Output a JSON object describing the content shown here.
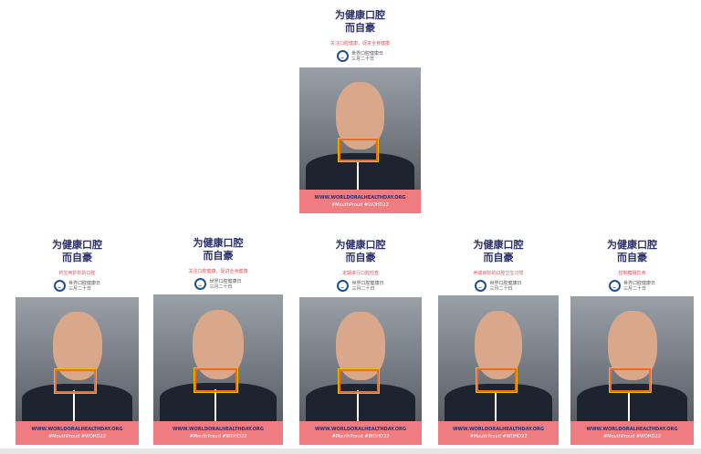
{
  "common": {
    "title1": "为健康口腔",
    "title2": "而自豪",
    "logo_name": "世界口腔健康日",
    "logo_date": "三月二十日",
    "url": "WWW.WORLDORALHEALTHDAY.ORG",
    "hashtags": "#MouthProud #WOHD22"
  },
  "cards": [
    {
      "subtitle": "关注口腔健康，促进全身健康"
    },
    {
      "subtitle": "终生呵护你的口腔"
    },
    {
      "subtitle": "关注口腔健康，促进全身健康"
    },
    {
      "subtitle": "定期进行口腔检查"
    },
    {
      "subtitle": "养成良好的口腔卫生习惯"
    },
    {
      "subtitle": "控制糖摄饮食"
    }
  ]
}
